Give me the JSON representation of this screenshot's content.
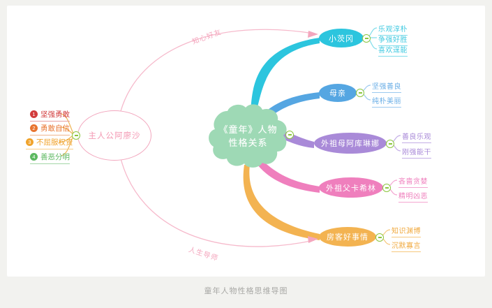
{
  "caption": "童年人物性格思维导图",
  "center": {
    "label": "《童年》人物\n性格关系",
    "line1": "《童年》人物",
    "line2": "性格关系",
    "color": "#9ED9B5"
  },
  "root": {
    "label": "主人公阿廖沙",
    "color": "#f49ab4",
    "traits": [
      {
        "num": "1",
        "label": "坚强勇敢",
        "color": "#d23c3c"
      },
      {
        "num": "2",
        "label": "勇敢自信",
        "color": "#e8742f"
      },
      {
        "num": "3",
        "label": "不屈服权贵",
        "color": "#f0a32c"
      },
      {
        "num": "4",
        "label": "善恶分明",
        "color": "#5cb860"
      }
    ]
  },
  "curve_labels": {
    "top": "知心好友",
    "bottom": "人生导师"
  },
  "branches": [
    {
      "label": "小茨冈",
      "color": "#2cc5de",
      "traits": [
        "乐观淳朴",
        "争强好胜",
        "喜欢逞能"
      ]
    },
    {
      "label": "母亲",
      "color": "#55a6e2",
      "traits": [
        "坚强善良",
        "纯朴美丽"
      ]
    },
    {
      "label": "外祖母阿库琳娜",
      "color": "#a98ad8",
      "traits": [
        "善良乐观",
        "刚强能干"
      ]
    },
    {
      "label": "外祖父卡希林",
      "color": "#ef7fbd",
      "traits": [
        "吝啬贪婪",
        "精明凶恶"
      ]
    },
    {
      "label": "房客好事情",
      "color": "#f3b351",
      "traits": [
        "知识渊博",
        "沉默寡言"
      ]
    }
  ],
  "toggles": {
    "symbol": "−"
  }
}
